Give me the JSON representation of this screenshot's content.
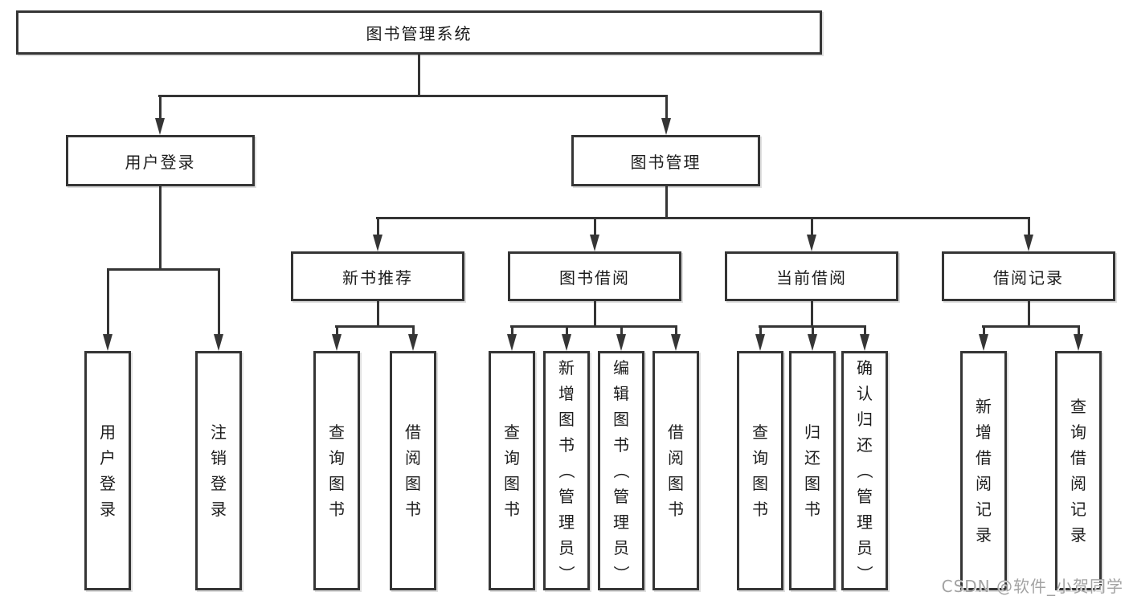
{
  "root": {
    "label": "图书管理系统"
  },
  "level2": {
    "user_login": {
      "label": "用户登录"
    },
    "book_mgmt": {
      "label": "图书管理"
    }
  },
  "level3": {
    "new_books": {
      "label": "新书推荐"
    },
    "borrowing": {
      "label": "图书借阅"
    },
    "current": {
      "label": "当前借阅"
    },
    "records": {
      "label": "借阅记录"
    }
  },
  "leaves": {
    "user_login": [
      "用户登录",
      "注销登录"
    ],
    "new_books": [
      "查询图书",
      "借阅图书"
    ],
    "borrowing": [
      "查询图书",
      "新增图书（管理员）",
      "编辑图书（管理员）",
      "借阅图书"
    ],
    "current": [
      "查询图书",
      "归还图书",
      "确认归还（管理员）"
    ],
    "records": [
      "新增借阅记录",
      "查询借阅记录"
    ]
  },
  "watermark": "CSDN @软件_小贺同学",
  "colors": {
    "line": "#353535",
    "text": "#1c1c1c",
    "watermark": "#a3a3a3"
  }
}
